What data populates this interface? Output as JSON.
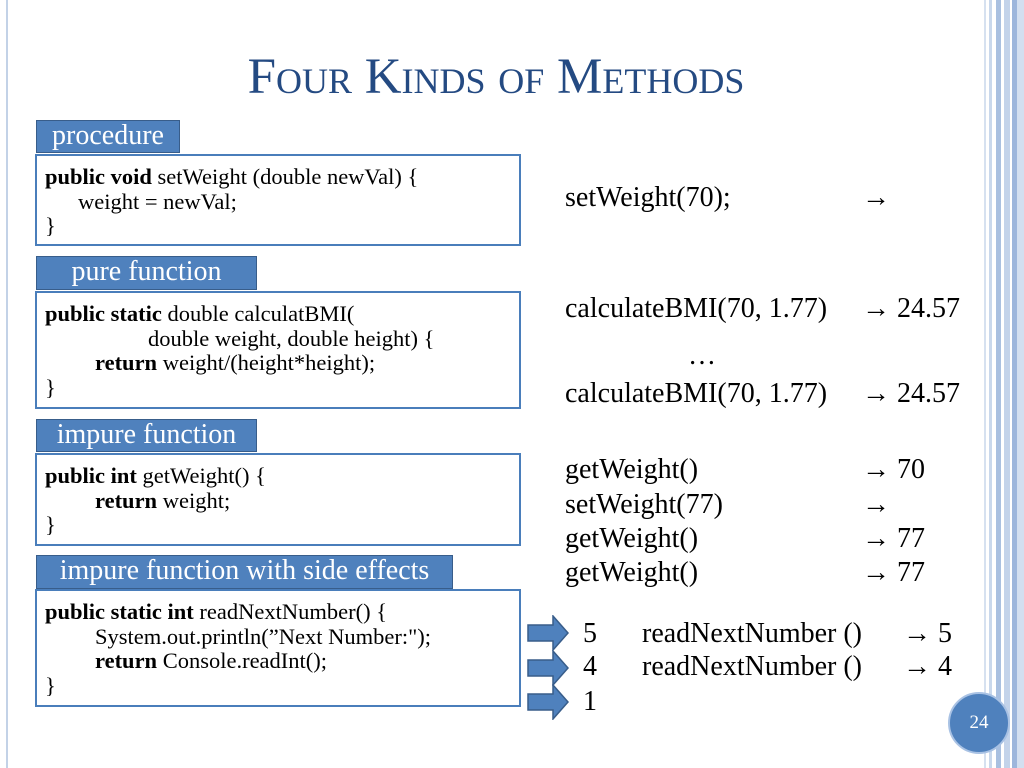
{
  "slide": {
    "title": "Four Kinds of Methods",
    "page_number": "24"
  },
  "colors": {
    "accent": "#4f81bd",
    "accent_dark": "#385d8a",
    "title": "#244a82"
  },
  "methods": [
    {
      "label": "procedure",
      "code": [
        {
          "kw": "public void",
          "text": " setWeight (double newVal) {"
        },
        {
          "text": "weight = newVal;"
        },
        {
          "text": "}"
        }
      ]
    },
    {
      "label": "pure function",
      "code": [
        {
          "kw": "public static",
          "text": " double calculatBMI("
        },
        {
          "text": "double weight, double height) {"
        },
        {
          "kw": "return",
          "text": " weight/(height*height);"
        },
        {
          "text": "}"
        }
      ]
    },
    {
      "label": "impure function",
      "code": [
        {
          "kw": "public int",
          "text": " getWeight() {"
        },
        {
          "kw": "return",
          "text": " weight;"
        },
        {
          "text": "}"
        }
      ]
    },
    {
      "label": "impure function with side effects",
      "code": [
        {
          "kw": "public static int",
          "text": " readNextNumber() {"
        },
        {
          "text": "System.out.println(”Next Number:\");"
        },
        {
          "kw": "return",
          "text": " Console.readInt();"
        },
        {
          "text": "}"
        }
      ]
    }
  ],
  "arrow": "→",
  "ellipsis": "…",
  "calls": [
    {
      "call": "setWeight(70);"
    },
    {
      "call": "calculateBMI(70, 1.77)",
      "result": "24.57"
    },
    {
      "call": "calculateBMI(70, 1.77)",
      "result": "24.57"
    },
    {
      "call": "getWeight()",
      "result": "70"
    },
    {
      "call": "setWeight(77)"
    },
    {
      "call": "getWeight()",
      "result": "77"
    },
    {
      "call": "getWeight()",
      "result": "77"
    }
  ],
  "input_stream": [
    {
      "input": "5",
      "call": "readNextNumber ()",
      "result": "5"
    },
    {
      "input": "4",
      "call": "readNextNumber ()",
      "result": "4"
    },
    {
      "input": "1"
    }
  ]
}
